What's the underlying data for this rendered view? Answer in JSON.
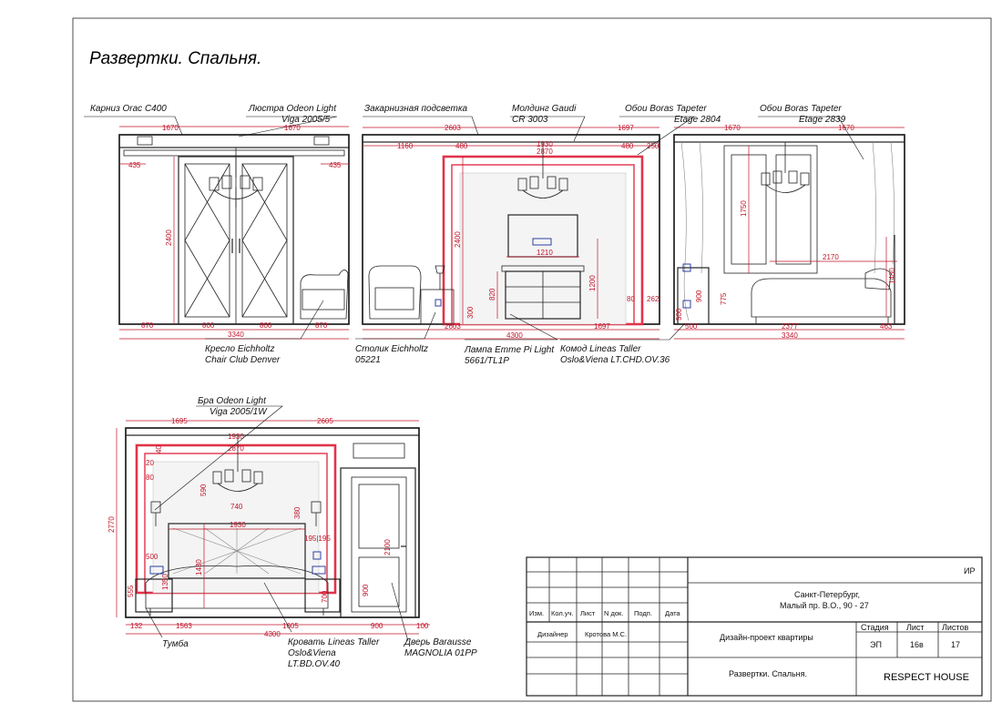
{
  "title": "Развертки. Спальня.",
  "labels": {
    "cornice": "Карниз Orac C400",
    "chandelier": [
      "Люстра Odeon Light",
      "Viga 2005/5"
    ],
    "lighting": "Закарнизная подсветка",
    "molding": [
      "Молдинг Gaudi",
      "CR 3003"
    ],
    "wallpaper1": [
      "Обои Boras Tapeter",
      "Etage 2804"
    ],
    "wallpaper2": [
      "Обои Boras Tapeter",
      "Etage 2839"
    ],
    "armchair": [
      "Кресло Eichholtz",
      "Chair Club Denver"
    ],
    "table": [
      "Столик Eichholtz",
      "05221"
    ],
    "lamp": [
      "Лампа Emme Pi Light",
      "5661/TL1P"
    ],
    "dresser": [
      "Комод Lineas Taller",
      "Oslo&Viena LT.CHD.OV.36"
    ],
    "sconce": [
      "Бра Odeon Light",
      "Viga 2005/1W"
    ],
    "nightstand": "Тумба",
    "bed": [
      "Кровать Lineas Taller",
      "Oslo&Viena",
      "LT.BD.OV.40"
    ],
    "door": [
      "Дверь Barausse",
      "MAGNOLIA 01PP"
    ]
  },
  "dims": {
    "e1_top": [
      "1670",
      "1670"
    ],
    "e1_side": [
      "435",
      "435"
    ],
    "e1_height": "2400",
    "e1_bottom": [
      "870",
      "800",
      "800",
      "870"
    ],
    "e1_total": "3340",
    "e2_top": [
      "2603",
      "1697"
    ],
    "e2_row": [
      "1160",
      "480",
      "1930",
      "480",
      "250"
    ],
    "e2_2870": "2870",
    "e2_height": "2400",
    "e2_1210": "1210",
    "e2_820": "820",
    "e2_1200": "1200",
    "e2_80": "80",
    "e2_262": "262",
    "e2_300": "300",
    "e2_bottom": [
      "2603",
      "1697"
    ],
    "e2_total": "4300",
    "e3_top": [
      "1670",
      "1670"
    ],
    "e3_1750": "1750",
    "e3_2170": "2170",
    "e3_1480": "1480",
    "e3_900": "900",
    "e3_775": "775",
    "e3_500": "500",
    "e3_bottom": [
      "500",
      "2377",
      "463"
    ],
    "e3_total": "3340",
    "e4_top": [
      "1695",
      "2605"
    ],
    "e4_2870": "2870",
    "e4_1930": "1930",
    "e4_left": [
      "40",
      "20",
      "80"
    ],
    "e4_590": "590",
    "e4_740": "740",
    "e4_380": "380",
    "e4_195": "195|195",
    "e4_1930b": "1930",
    "e4_500": "500",
    "e4_1350": "1350",
    "e4_1430": "1430",
    "e4_2100": "2100",
    "e4_2770": "2770",
    "e4_555": "555",
    "e4_700": "700",
    "e4_900v": "900",
    "e4_bottom": [
      "132",
      "1563",
      "1605",
      "900",
      "100"
    ],
    "e4_total": "4300"
  },
  "titleblock": {
    "code": "ИР",
    "address": [
      "Санкт-Петербург,",
      "Малый пр. В.О., 90 - 27"
    ],
    "headers": [
      "Изм.",
      "Кол.уч.",
      "Лист",
      "N док.",
      "Подп.",
      "Дата"
    ],
    "designer_role": "Дизайнер",
    "designer_name": "Кротова М.С.",
    "project": "Дизайн-проект квартиры",
    "sheet_name": "Развертки. Спальня.",
    "stage_hdr": "Стадия",
    "sheet_hdr": "Лист",
    "sheets_hdr": "Листов",
    "stage": "ЭП",
    "sheet": "16в",
    "sheets": "17",
    "company": "RESPECT HOUSE"
  }
}
